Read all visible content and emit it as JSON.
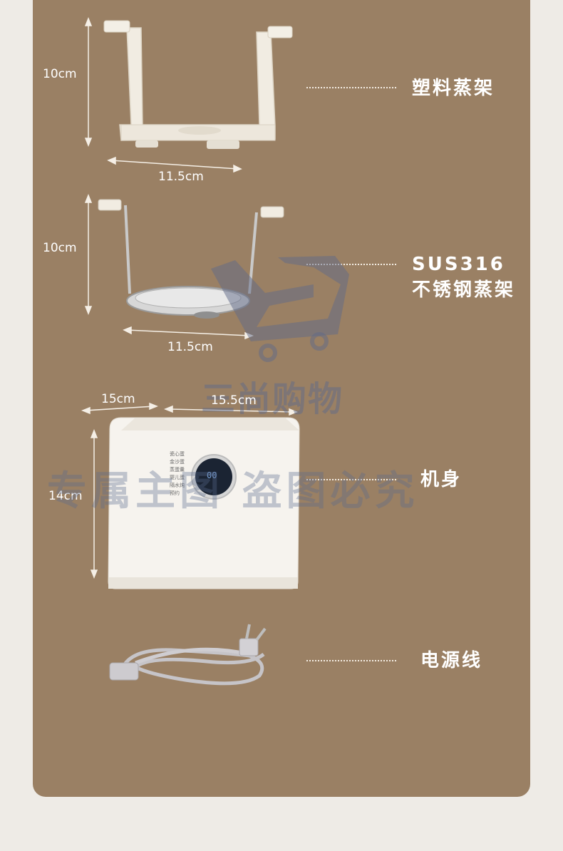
{
  "items": [
    {
      "label": "塑料蒸架",
      "height": "10cm",
      "width": "11.5cm"
    },
    {
      "label_line1": "SUS316",
      "label_line2": "不锈钢蒸架",
      "height": "10cm",
      "width": "11.5cm"
    },
    {
      "label": "机身",
      "depth": "15cm",
      "width": "15.5cm",
      "height": "14cm"
    },
    {
      "label": "电源线"
    }
  ],
  "panel_labels": [
    "瓷心蛋",
    "金沙蛋",
    "蒸蛋羹",
    "婴儿蛋",
    "隔水炖",
    "预约"
  ],
  "display_text": "00",
  "watermark": {
    "line1": "三尚购物",
    "line2": "专属主图 盗图必究"
  },
  "colors": {
    "panel": "#9a8064",
    "page": "#eeebe6",
    "label": "#ffffff"
  },
  "icons": [
    "shopping-cart-logo-icon"
  ]
}
